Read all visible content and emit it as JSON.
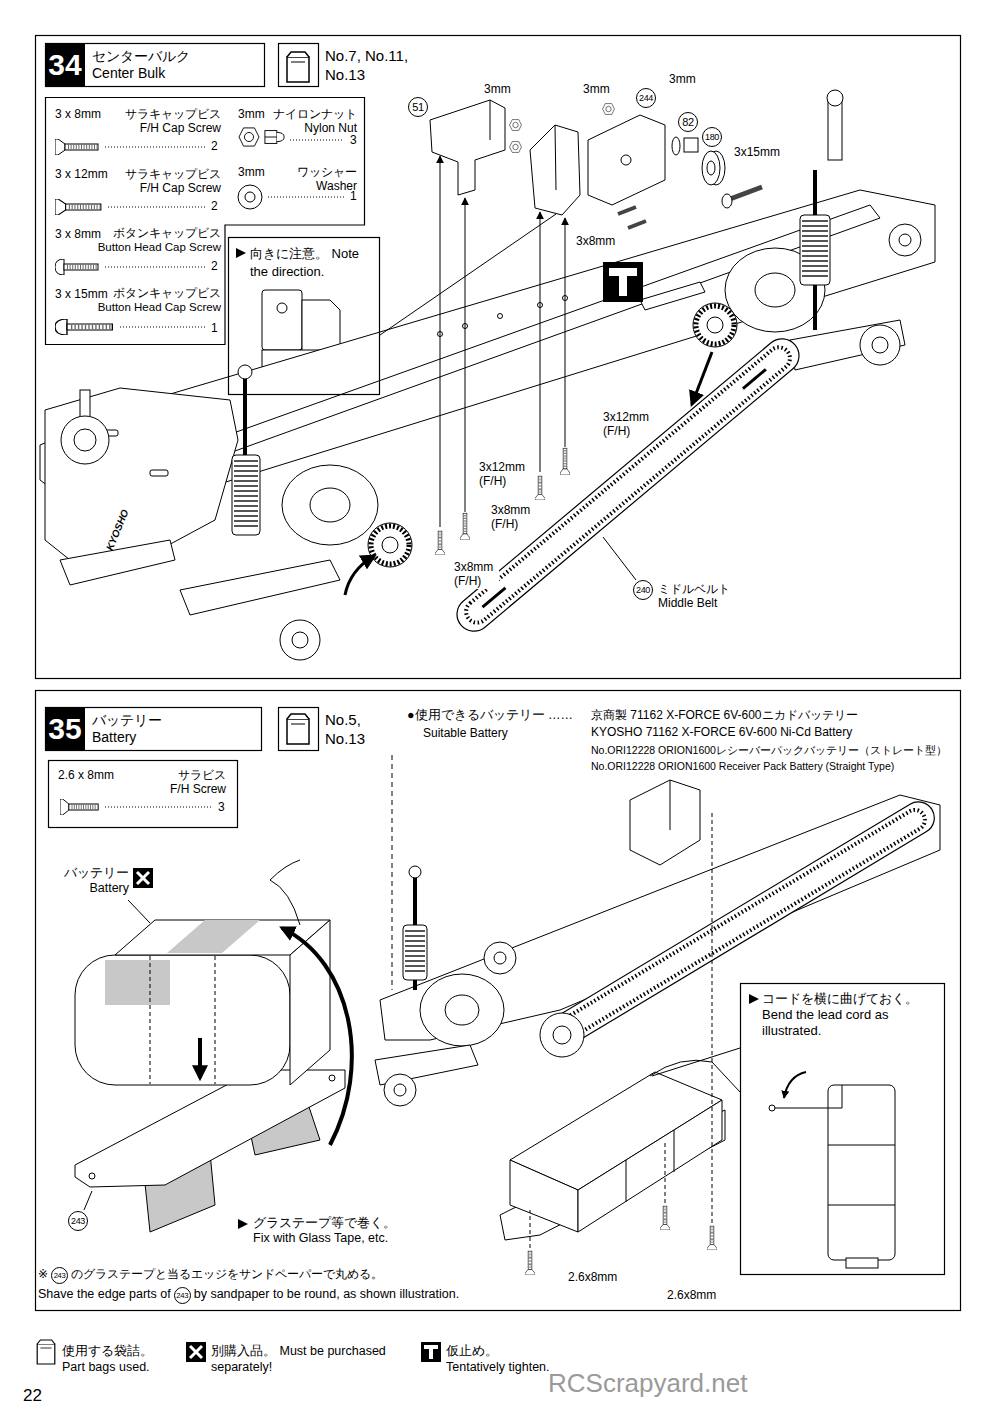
{
  "diagram": {
    "nodes": [
      {
        "text": [
          "34",
          "センターバルク Center Bulk"
        ]
      },
      {
        "text": [
          "No.7, No.11, No.13"
        ]
      },
      {
        "text": [
          "3 x 8mm",
          "サラキャップビス F/H Cap Screw",
          "2",
          "3 x 12mm",
          "サラキャップビス F/H Cap Screw",
          "2",
          "3 x 8mm",
          "ボタンキャップビス Button Head Cap Screw",
          "2",
          "3 x 15mm",
          "ボタンキャップビス Button Head Cap Screw",
          "1",
          "3mm",
          "ナイロンナット Nylon Nut",
          "3",
          "3mm",
          "ワッシャー Washer",
          "1"
        ]
      },
      {
        "text": [
          "向きに注意。 Note the direction."
        ]
      },
      {
        "text": [
          "35",
          "バッテリー Battery"
        ]
      },
      {
        "text": [
          "No.5, No.13"
        ]
      },
      {
        "text": [
          "2.6 x 8mm",
          "サラビス F/H Screw",
          "3"
        ]
      },
      {
        "text": [
          "コードを横に曲げておく。 Bend the lead cord as illustrated."
        ]
      }
    ],
    "labels": [
      "3mm",
      "3mm",
      "3mm",
      "51",
      "244",
      "82",
      "180",
      "3x15mm",
      "3x8mm",
      "3x12mm (F/H)",
      "3x12mm (F/H)",
      "3x8mm (F/H)",
      "3x8mm (F/H)",
      "KYOSHO",
      "240",
      "ミドルベルト Middle Belt",
      "●使用できるバッテリー ……",
      "Suitable Battery",
      "京商製 71162 X-FORCE 6V-600ニカドバッテリー",
      "KYOSHO 71162 X-FORCE 6V-600 Ni-Cd Battery",
      "No.ORI12228 ORION1600レシーバーパックバッテリー（ストレート型）",
      "No.ORI12228 ORION1600 Receiver Pack Battery (Straight Type)",
      "バッテリー Battery",
      "243",
      "グラステープ等で巻く。 Fix with Glass Tape, etc.",
      "2.6x8mm",
      "2.6x8mm",
      "※",
      "243",
      "のグラステープと当るエッジをサンドペーパーで丸める。",
      "Shave the edge parts of",
      "243",
      "by sandpaper to be round, as shown illustration.",
      "22",
      "RCScrapyard.net"
    ],
    "legend": [
      {
        "text": "使用する袋詰。 Part bags used."
      },
      {
        "text": "別購入品。 Must be purchased separately!"
      },
      {
        "text": "仮止め。 Tentatively tighten."
      }
    ]
  }
}
